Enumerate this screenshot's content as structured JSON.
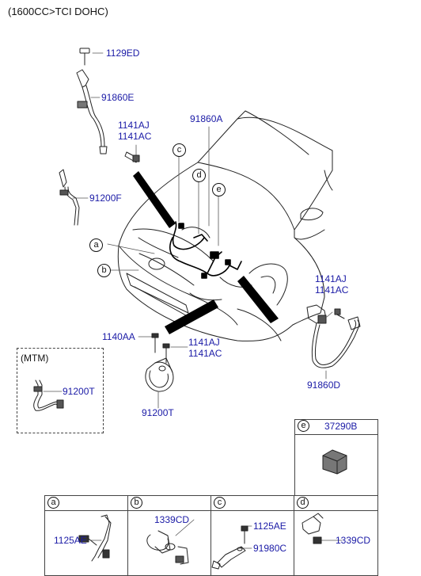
{
  "header": {
    "title": "(1600CC>TCI DOHC)"
  },
  "callouts": {
    "c": "c",
    "d": "d",
    "e": "e",
    "a": "a",
    "b": "b"
  },
  "parts": {
    "p1129ED": "1129ED",
    "p91860E": "91860E",
    "p1141AJ_top": "1141AJ",
    "p1141AC_top": "1141AC",
    "p91860A": "91860A",
    "p91200F": "91200F",
    "p1141AJ_right": "1141AJ",
    "p1141AC_right": "1141AC",
    "p91860D": "91860D",
    "p1140AA": "1140AA",
    "p1141AJ_mid": "1141AJ",
    "p1141AC_mid": "1141AC",
    "p91200T_main": "91200T",
    "p91200T_mtm": "91200T"
  },
  "mtm": {
    "label": "(MTM)"
  },
  "detail_e": {
    "letter": "e",
    "part": "37290B"
  },
  "detail_table": {
    "cells": [
      {
        "letter": "a",
        "parts": [
          "1125AE"
        ]
      },
      {
        "letter": "b",
        "parts": [
          "1339CD"
        ]
      },
      {
        "letter": "c",
        "parts": [
          "1125AE",
          "91980C"
        ]
      },
      {
        "letter": "d",
        "parts": [
          "1339CD"
        ]
      }
    ]
  }
}
